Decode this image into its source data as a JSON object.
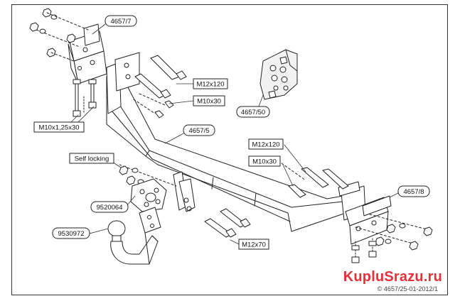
{
  "labels": {
    "bracket_left": "4657/7",
    "bolt_m12x120_top": "M12x120",
    "bolt_m10x30_top": "M10x30",
    "bolt_m10x1_25x30": "M10x1,25x30",
    "plate_4657_50": "4657/50",
    "crossbar": "4657/5",
    "bolt_m12x120_right": "M12x120",
    "bolt_m10x30_right": "M10x30",
    "bracket_right": "4657/8",
    "self_locking": "Self locking",
    "flange_plate": "9520064",
    "tow_ball": "9530972",
    "bolt_m12x70": "M12x70"
  },
  "watermark": "KupluSrazu.ru",
  "document_id": "© 4657/25-01-2012/1"
}
